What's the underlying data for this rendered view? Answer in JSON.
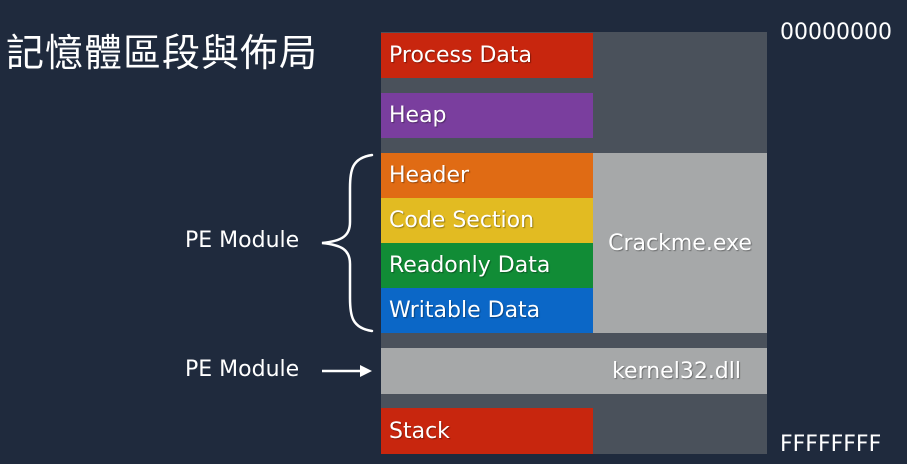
{
  "title": "記憶體區段與佈局",
  "addresses": {
    "top": "00000000",
    "bottom": "FFFFFFFF"
  },
  "segments": [
    {
      "label": "Process Data",
      "color": "#c8260e"
    },
    {
      "label": "Heap",
      "color": "#7a3e9e"
    },
    {
      "label": "Header",
      "color": "#e06b14"
    },
    {
      "label": "Code Section",
      "color": "#e2bb22"
    },
    {
      "label": "Readonly Data",
      "color": "#118c36"
    },
    {
      "label": "Writable Data",
      "color": "#0b67c7"
    },
    {
      "label": "Stack",
      "color": "#c8260e"
    }
  ],
  "modules": {
    "main": "Crackme.exe",
    "dll": "kernel32.dll"
  },
  "side_labels": {
    "pe_module_brace": "PE Module",
    "pe_module_arrow": "PE Module"
  },
  "colors": {
    "background": "#1f2a3d",
    "memory_column": "#4a515b",
    "module_box": "#a6a8a9"
  }
}
